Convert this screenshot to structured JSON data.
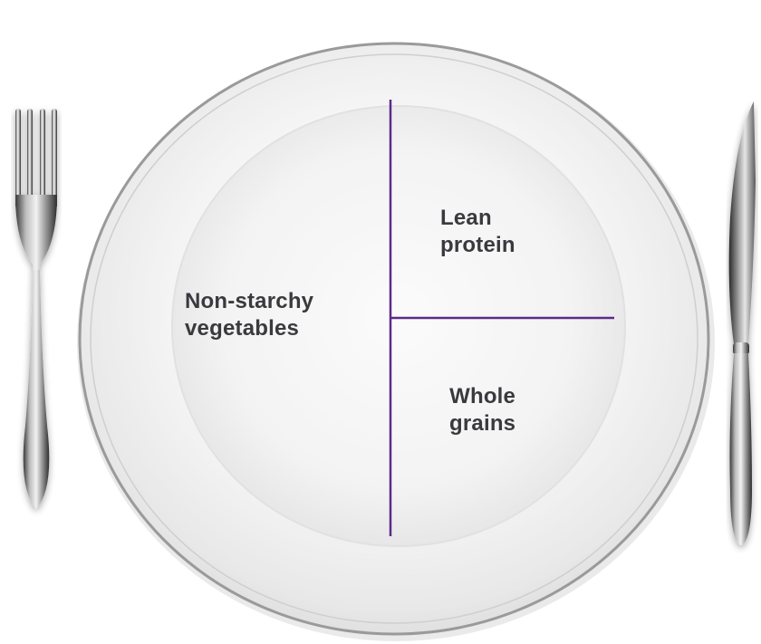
{
  "plate": {
    "sections": [
      {
        "id": "vegetables",
        "lines": [
          "Non-starchy",
          "vegetables"
        ],
        "portion": 0.5
      },
      {
        "id": "protein",
        "lines": [
          "Lean",
          "protein"
        ],
        "portion": 0.25
      },
      {
        "id": "grains",
        "lines": [
          "Whole",
          "grains"
        ],
        "portion": 0.25
      }
    ]
  },
  "colors": {
    "divider": "#5c2a8a",
    "label_text": "#3a3a3e",
    "plate_face": "#f7f7f7",
    "plate_rim": "#8a8a8a"
  },
  "icons": {
    "left_utensil": "fork-icon",
    "right_utensil": "knife-icon"
  }
}
